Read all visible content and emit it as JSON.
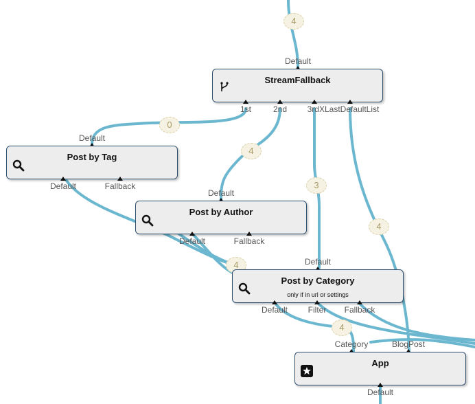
{
  "nodes": {
    "stream_fallback": {
      "title": "StreamFallback",
      "icon": "fork-icon",
      "input": "Default",
      "outputs": [
        "1st",
        "2nd",
        "3rdXLastDefaultList"
      ]
    },
    "post_by_tag": {
      "title": "Post by Tag",
      "icon": "search-icon",
      "input": "Default",
      "outputs": [
        "Default",
        "Fallback"
      ]
    },
    "post_by_author": {
      "title": "Post by Author",
      "icon": "search-icon",
      "input": "Default",
      "outputs": [
        "Default",
        "Fallback"
      ]
    },
    "post_by_category": {
      "title": "Post by Category",
      "subtitle": "only if in url or settings",
      "icon": "search-icon",
      "input": "Default",
      "outputs": [
        "Default",
        "Filter",
        "Fallback"
      ]
    },
    "app": {
      "title": "App",
      "icon": "star-icon",
      "inputs": [
        "Category",
        "BlogPost"
      ],
      "output": "Default"
    }
  },
  "edge_counts": {
    "top_in": "4",
    "first": "0",
    "second": "4",
    "third": "3",
    "default_list": "4",
    "to_category": "4",
    "category_to_app": "4"
  },
  "colors": {
    "edge": "#6bb7cf",
    "node_fill": "#ededed",
    "node_border": "#2f4f6f",
    "badge_fill": "#f6f2e3"
  }
}
